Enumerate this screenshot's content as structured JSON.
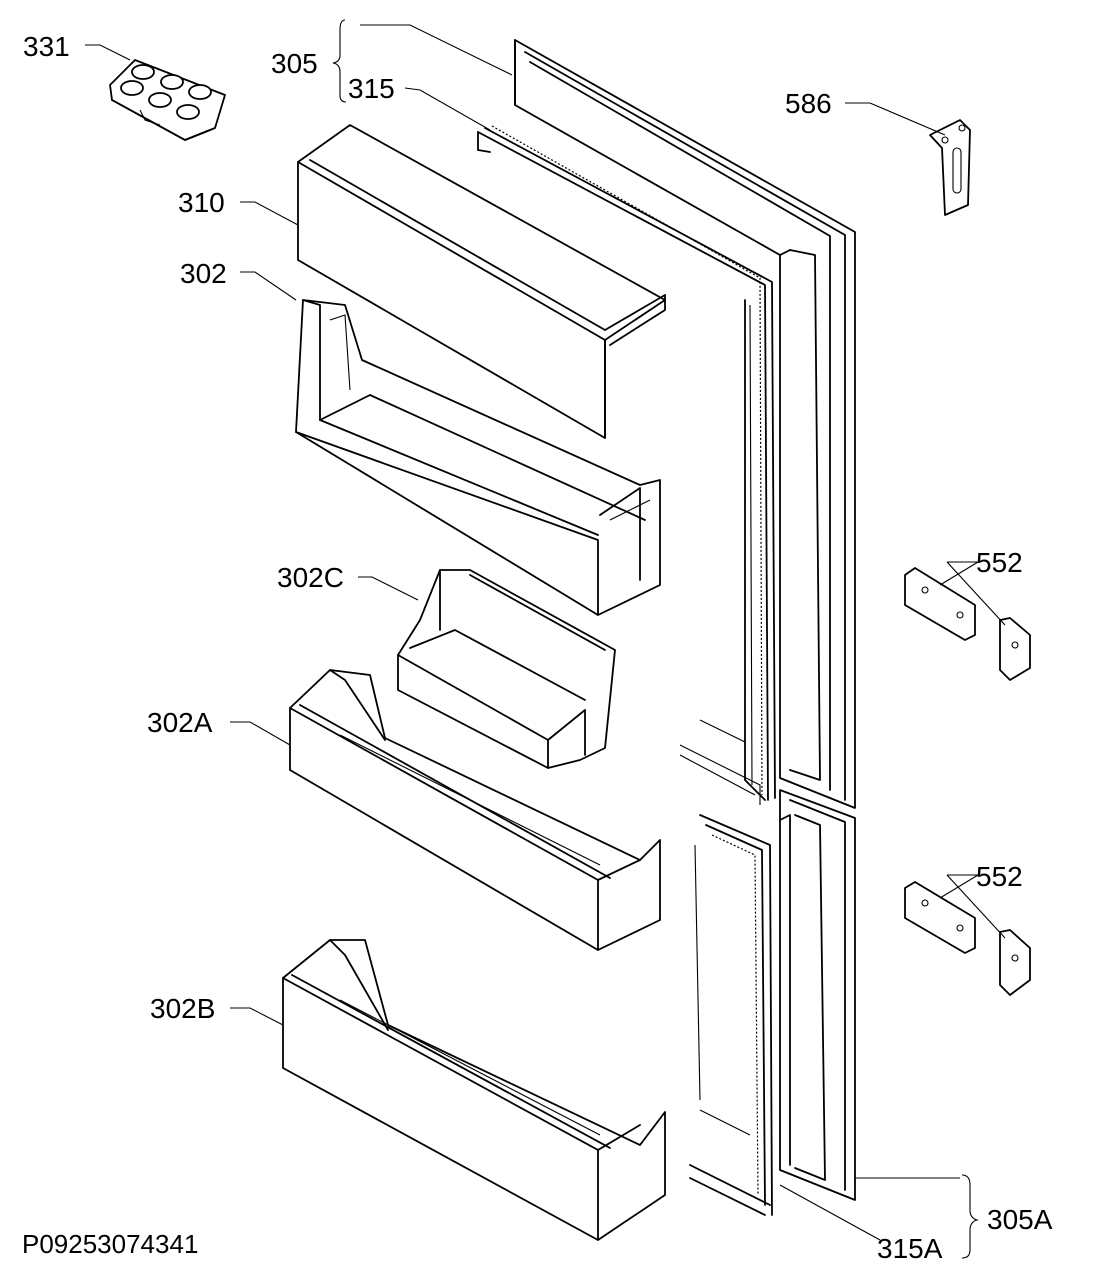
{
  "diagram": {
    "labels": {
      "p331": "331",
      "p305": "305",
      "p315": "315",
      "p586": "586",
      "p310": "310",
      "p302": "302",
      "p302c": "302C",
      "p552a": "552",
      "p302a": "302A",
      "p552b": "552",
      "p302b": "302B",
      "p305a": "305A",
      "p315a": "315A"
    },
    "drawing_code": "P09253074341"
  }
}
